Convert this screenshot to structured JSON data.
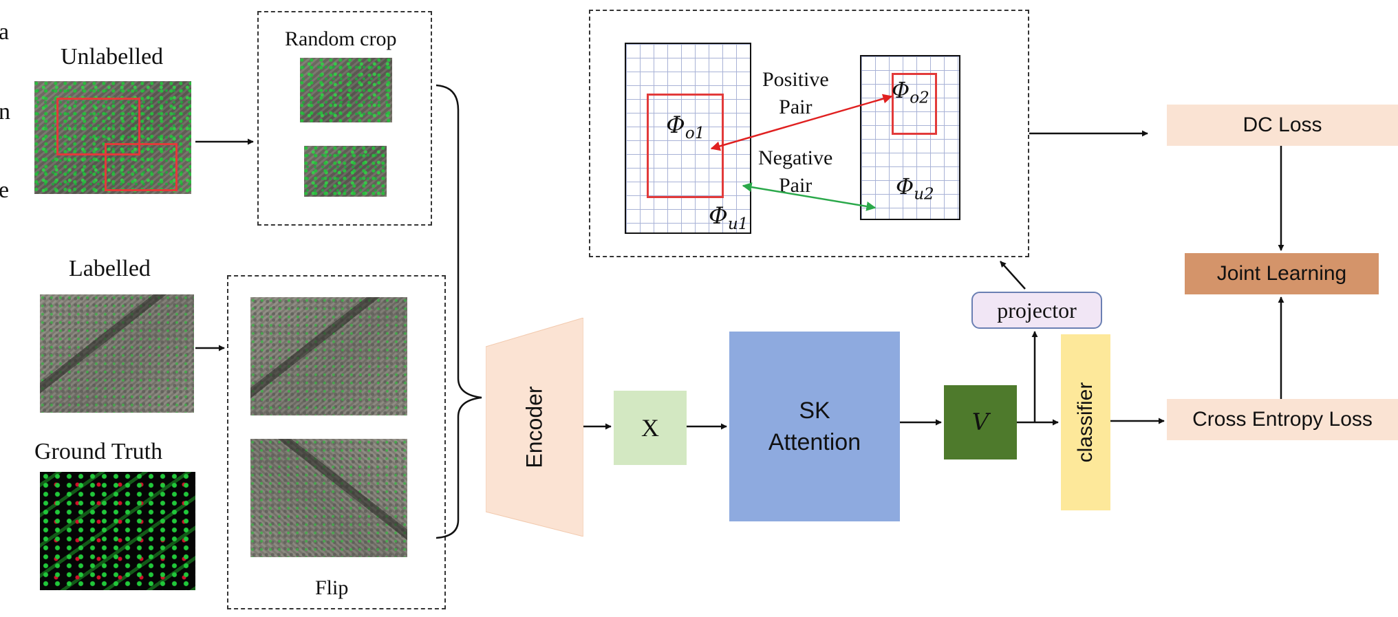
{
  "clipped_text": [
    "a",
    "n",
    "e"
  ],
  "inputs": {
    "unlabelled": "Unlabelled",
    "labelled": "Labelled",
    "ground_truth": "Ground Truth"
  },
  "augmentations": {
    "random_crop": "Random crop",
    "flip": "Flip"
  },
  "contrast": {
    "positive_pair_line1": "Positive",
    "positive_pair_line2": "Pair",
    "negative_pair_line1": "Negative",
    "negative_pair_line2": "Pair",
    "phi_symbol": "Φ",
    "phi_o1_sub": "o1",
    "phi_u1_sub": "u1",
    "phi_o2_sub": "o2",
    "phi_u2_sub": "u2"
  },
  "pipeline": {
    "encoder": "Encoder",
    "x": "X",
    "sk_attention_line1": "SK",
    "sk_attention_line2": "Attention",
    "v": "V",
    "projector": "projector",
    "classifier": "classifier"
  },
  "losses": {
    "dc_loss": "DC Loss",
    "joint_learning": "Joint Learning",
    "cross_entropy_loss": "Cross Entropy Loss"
  },
  "colors": {
    "encoder_fill": "#fbe3d3",
    "x_fill": "#d3e8c2",
    "sk_fill": "#8eaadf",
    "v_fill": "#4e7a2c",
    "projector_fill": "#f1e6f5",
    "projector_border": "#6a7fb3",
    "classifier_fill": "#fde89a",
    "loss_fill": "#fae3d3",
    "joint_fill": "#d4946a",
    "positive_arrow": "#e02020",
    "negative_arrow": "#2aa84a",
    "crop_box": "#e23a3a"
  }
}
